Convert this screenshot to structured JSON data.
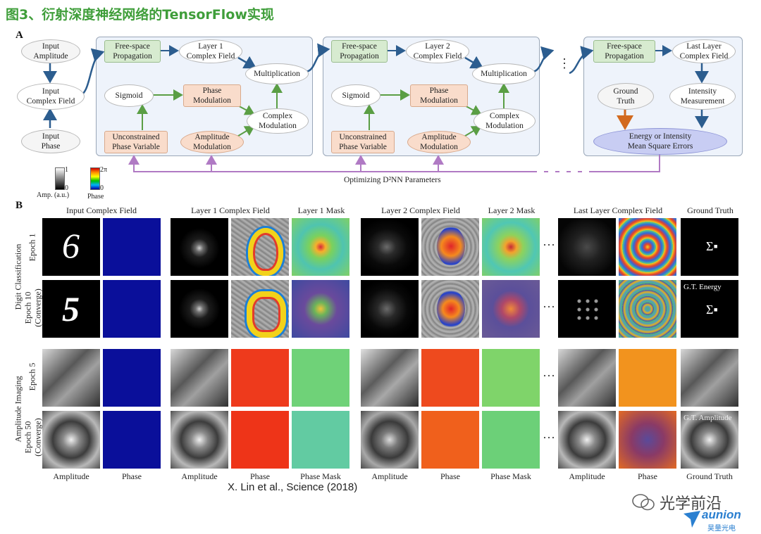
{
  "title": "图3、衍射深度神经网络的TensorFlow实现",
  "panel_a": {
    "letter": "A",
    "input_amplitude": "Input\nAmplitude",
    "input_complex_field": "Input\nComplex Field",
    "input_phase": "Input\nPhase",
    "layer1": {
      "free_space": "Free-space\nPropagation",
      "complex_field": "Layer 1\nComplex Field",
      "multiplication": "Multiplication",
      "sigmoid": "Sigmoid",
      "phase_modulation": "Phase\nModulation",
      "complex_modulation": "Complex\nModulation",
      "unconstrained": "Unconstrained\nPhase Variable",
      "amplitude_modulation": "Amplitude\nModulation"
    },
    "layer2": {
      "free_space": "Free-space\nPropagation",
      "complex_field": "Layer 2\nComplex Field",
      "multiplication": "Multiplication",
      "sigmoid": "Sigmoid",
      "phase_modulation": "Phase\nModulation",
      "complex_modulation": "Complex\nModulation",
      "unconstrained": "Unconstrained\nPhase Variable",
      "amplitude_modulation": "Amplitude\nModulation"
    },
    "ellipsis": "⋮",
    "last": {
      "free_space": "Free-space\nPropagation",
      "complex_field": "Last Layer\nComplex Field",
      "ground_truth": "Ground\nTruth",
      "intensity": "Intensity\nMeasurement",
      "error": "Energy or Intensity\nMean Square Errors"
    },
    "optimizing": "Optimizing D²NN Parameters",
    "amp_scale": {
      "top": "1",
      "bottom": "0",
      "label": "Amp. (a.u.)"
    },
    "phase_scale": {
      "top": "2π",
      "bottom": "0",
      "label": "Phase"
    }
  },
  "panel_b": {
    "letter": "B",
    "column_headers": {
      "input": "Input Complex Field",
      "layer1_field": "Layer 1 Complex Field",
      "layer1_mask": "Layer 1 Mask",
      "layer2_field": "Layer 2 Complex Field",
      "layer2_mask": "Layer 2 Mask",
      "last_field": "Last Layer Complex Field",
      "ground_truth": "Ground Truth"
    },
    "section_labels": {
      "digit": "Digit Classification",
      "imaging": "Amplitude Imaging"
    },
    "row_labels": {
      "r1": "Epoch 1",
      "r2a": "Epoch 10",
      "r2b": "(Converge)",
      "r3": "Epoch 5",
      "r4a": "Epoch 50",
      "r4b": "(Converge)"
    },
    "tile_text": {
      "digit1": "6",
      "digit2": "5",
      "sigma1": "Σ▪",
      "gt_energy": "G.T. Energy",
      "sigma2": "Σ▪",
      "gt_amplitude": "G.T. Amplitude"
    },
    "ellipsis": "···",
    "bottom_labels": {
      "c1": "Amplitude",
      "c2": "Phase",
      "c3": "Amplitude",
      "c4": "Phase",
      "c5": "Phase Mask",
      "c6": "Amplitude",
      "c7": "Phase",
      "c8": "Phase Mask",
      "c9": "Amplitude",
      "c10": "Phase",
      "c11": "Ground Truth"
    }
  },
  "citation": "X. Lin et al., Science (2018)",
  "watermark": {
    "text": "光学前沿",
    "brand": "aunion",
    "brand_sub": "昊量光电"
  },
  "colors": {
    "title_green": "#3f9e3a",
    "purple_loop": "#b07ac4",
    "arrow_blue": "#2c5d8f",
    "arrow_green": "#5a9e44",
    "arrow_orange": "#d2691e"
  }
}
